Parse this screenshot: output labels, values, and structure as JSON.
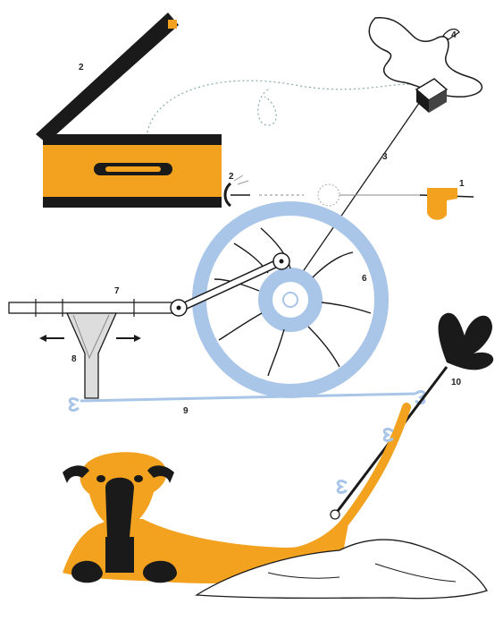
{
  "colors": {
    "ink": "#1a1a1a",
    "orange": "#f2a21e",
    "blue": "#a9c6e8",
    "paper": "#ffffff"
  },
  "labels": {
    "n1": "1",
    "n2a": "2",
    "n2b": "2",
    "n3": "3",
    "n4": "4",
    "n6": "6",
    "n7": "7",
    "n8": "8",
    "n9": "9",
    "n10": "10"
  }
}
